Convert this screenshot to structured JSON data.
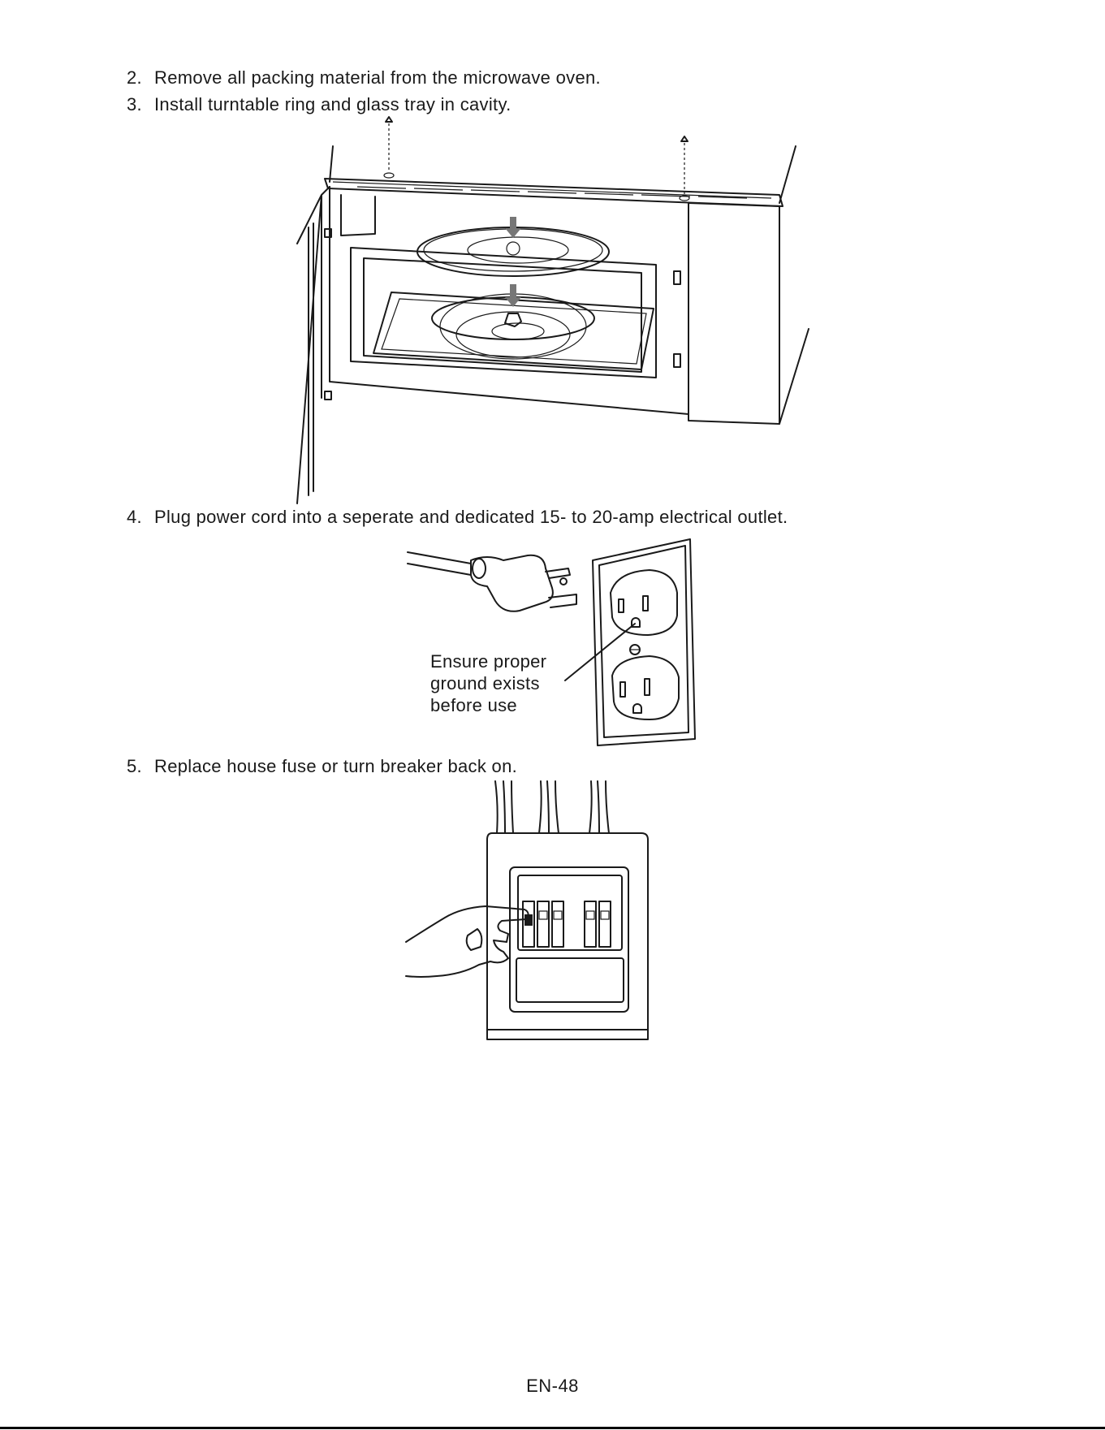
{
  "steps": [
    {
      "number": "2.",
      "text": "Remove all packing material from the microwave oven."
    },
    {
      "number": "3.",
      "text": "Install turntable ring and glass tray in cavity."
    },
    {
      "number": "4.",
      "text": "Plug power cord into a seperate and dedicated 15- to 20-amp electrical outlet."
    },
    {
      "number": "5.",
      "text": "Replace house fuse or turn breaker back on."
    }
  ],
  "outlet_callout": {
    "lines": [
      "Ensure proper",
      "ground exists",
      "before use"
    ]
  },
  "footer": {
    "page_number": "EN-48"
  },
  "colors": {
    "ink": "#1a1a1a",
    "arrow": "#777777",
    "paper": "#ffffff"
  }
}
